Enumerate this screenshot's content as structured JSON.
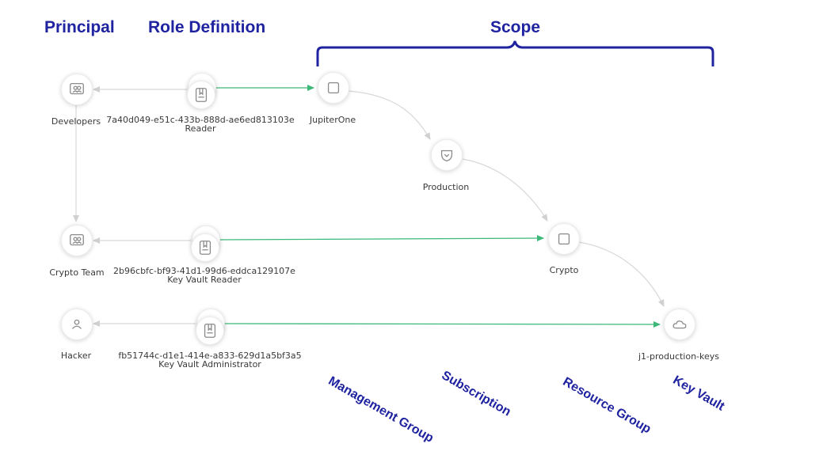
{
  "headers": {
    "principal": "Principal",
    "role_definition": "Role Definition",
    "scope": "Scope"
  },
  "principals": [
    {
      "label": "Developers",
      "icon": "group-icon"
    },
    {
      "label": "Crypto Team",
      "icon": "group-icon"
    },
    {
      "label": "Hacker",
      "icon": "user-icon"
    }
  ],
  "roles": [
    {
      "id": "7a40d049-e51c-433b-888d-ae6ed813103e",
      "name": "Reader",
      "icon": "bookmark-icon"
    },
    {
      "id": "2b96cbfc-bf93-41d1-99d6-eddca129107e",
      "name": "Key Vault Reader",
      "icon": "bookmark-icon"
    },
    {
      "id": "fb51744c-d1e1-414e-a833-629d1a5bf3a5",
      "name": "Key Vault Administrator",
      "icon": "bookmark-icon"
    }
  ],
  "scopes": {
    "management_group": {
      "label": "JupiterOne",
      "icon": "square-icon"
    },
    "subscription": {
      "label": "Production",
      "icon": "shield-icon"
    },
    "resource_group": {
      "label": "Crypto",
      "icon": "square-icon"
    },
    "key_vault": {
      "label": "j1-production-keys",
      "icon": "cloud-icon"
    }
  },
  "tiers": [
    "Management Group",
    "Subscription",
    "Resource Group",
    "Key Vault"
  ],
  "colors": {
    "header": "#1f23a0",
    "assignment_edge": "#3cb878",
    "relation_edge": "#d8d8d8",
    "node_icon": "#8a8a8a"
  }
}
